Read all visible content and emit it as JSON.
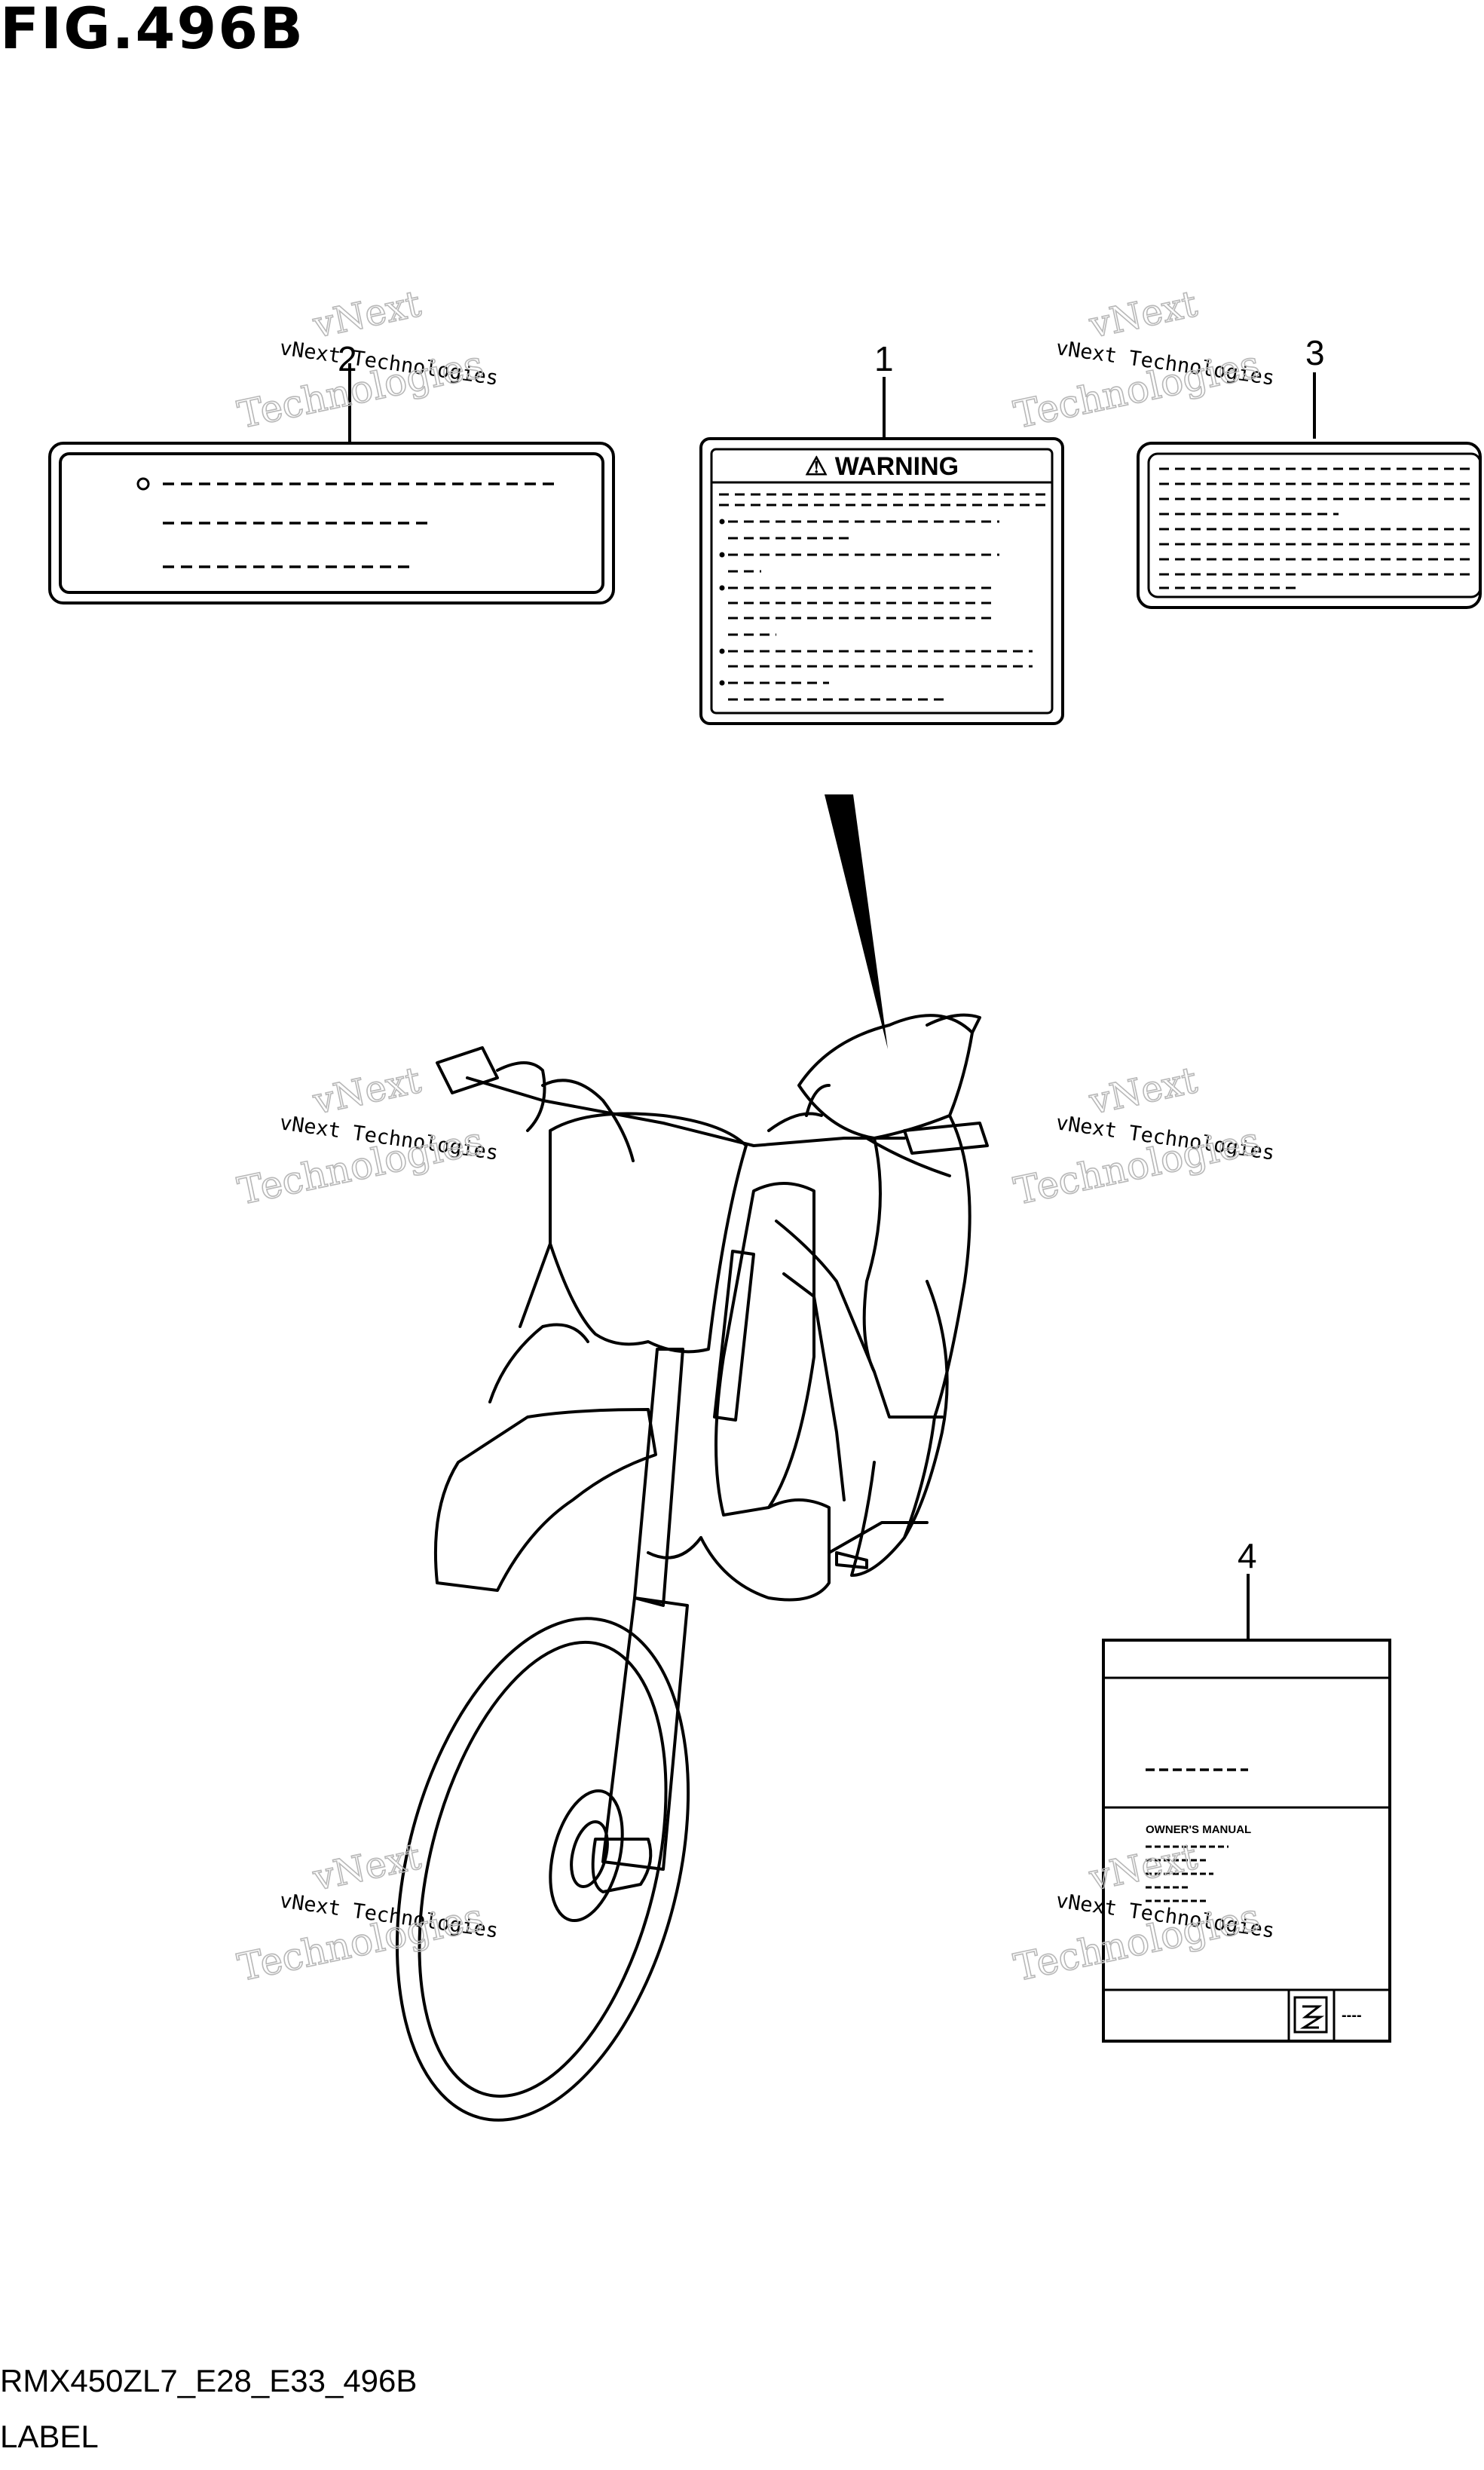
{
  "figure": {
    "title": "FIG.496B",
    "code": "RMX450ZL7_E28_E33_496B",
    "description": "LABEL"
  },
  "callouts": [
    "1",
    "2",
    "3",
    "4"
  ],
  "labels": {
    "warning_header": "⚠ WARNING",
    "manual_title": "OWNER'S MANUAL",
    "manual_code": "----"
  },
  "watermark": {
    "line1": "vNext Technologies",
    "line2a": "vNext",
    "line2b": "Technologies"
  }
}
